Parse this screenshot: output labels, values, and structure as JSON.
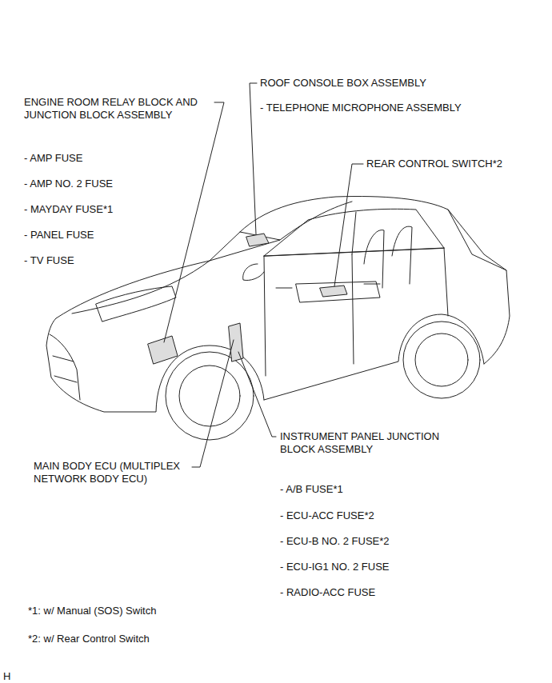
{
  "diagram": {
    "labels": [
      "ROOF CONSOLE BOX ASSEMBLY",
      "- TELEPHONE MICROPHONE ASSEMBLY",
      "ENGINE ROOM RELAY BLOCK AND JUNCTION BLOCK ASSEMBLY",
      "REAR CONTROL SWITCH*2",
      "- AMP FUSE",
      "- AMP NO. 2 FUSE",
      "- MAYDAY FUSE*1",
      "- PANEL FUSE",
      "- TV FUSE",
      "INSTRUMENT PANEL JUNCTION BLOCK ASSEMBLY",
      "MAIN BODY ECU (MULTIPLEX NETWORK BODY ECU)",
      "- A/B FUSE*1",
      "- ECU-ACC FUSE*2",
      "- ECU-B NO. 2 FUSE*2",
      "- ECU-IG1 NO. 2 FUSE",
      "- RADIO-ACC FUSE",
      "*1: w/ Manual (SOS) Switch",
      "*2: w/ Rear Control Switch",
      "H"
    ]
  }
}
